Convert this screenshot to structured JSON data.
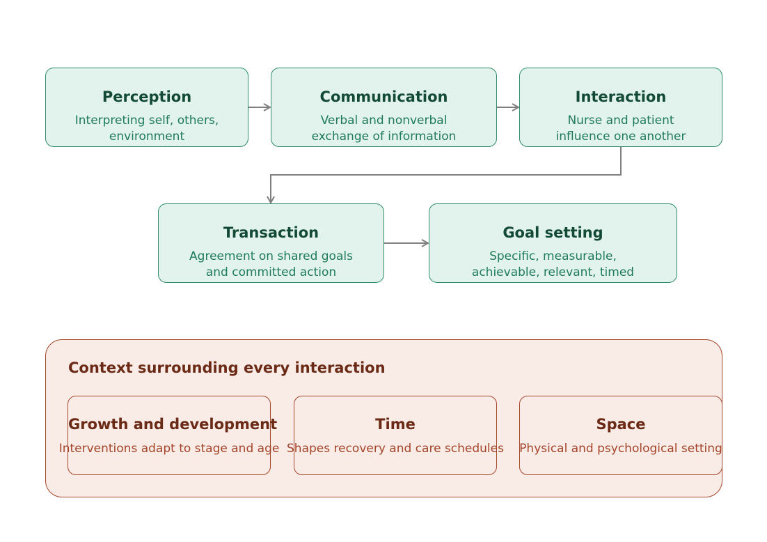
{
  "steps": [
    {
      "title": "Perception",
      "desc_lines": [
        "Interpreting self, others,",
        "environment"
      ]
    },
    {
      "title": "Communication",
      "desc_lines": [
        "Verbal and nonverbal",
        "exchange of information"
      ]
    },
    {
      "title": "Interaction",
      "desc_lines": [
        "Nurse and patient",
        "influence one another"
      ]
    },
    {
      "title": "Transaction",
      "desc_lines": [
        "Agreement on shared goals",
        "and committed action"
      ]
    },
    {
      "title": "Goal setting",
      "desc_lines": [
        "Specific, measurable,",
        "achievable, relevant, timed"
      ]
    }
  ],
  "context": {
    "title": "Context surrounding every interaction",
    "factors": [
      {
        "title": "Growth and development",
        "desc": "Interventions adapt to stage and age"
      },
      {
        "title": "Time",
        "desc": "Shapes recovery and care schedules"
      },
      {
        "title": "Space",
        "desc": "Physical and psychological setting"
      }
    ]
  },
  "colors": {
    "step_fill": "#e1f3ec",
    "step_border": "#2e8b66",
    "step_title": "#124a36",
    "step_text": "#1f7a5a",
    "context_fill": "#f9ebe5",
    "context_border": "#a4442a",
    "context_title": "#6b2a16",
    "connector": "#7f7f7f"
  }
}
